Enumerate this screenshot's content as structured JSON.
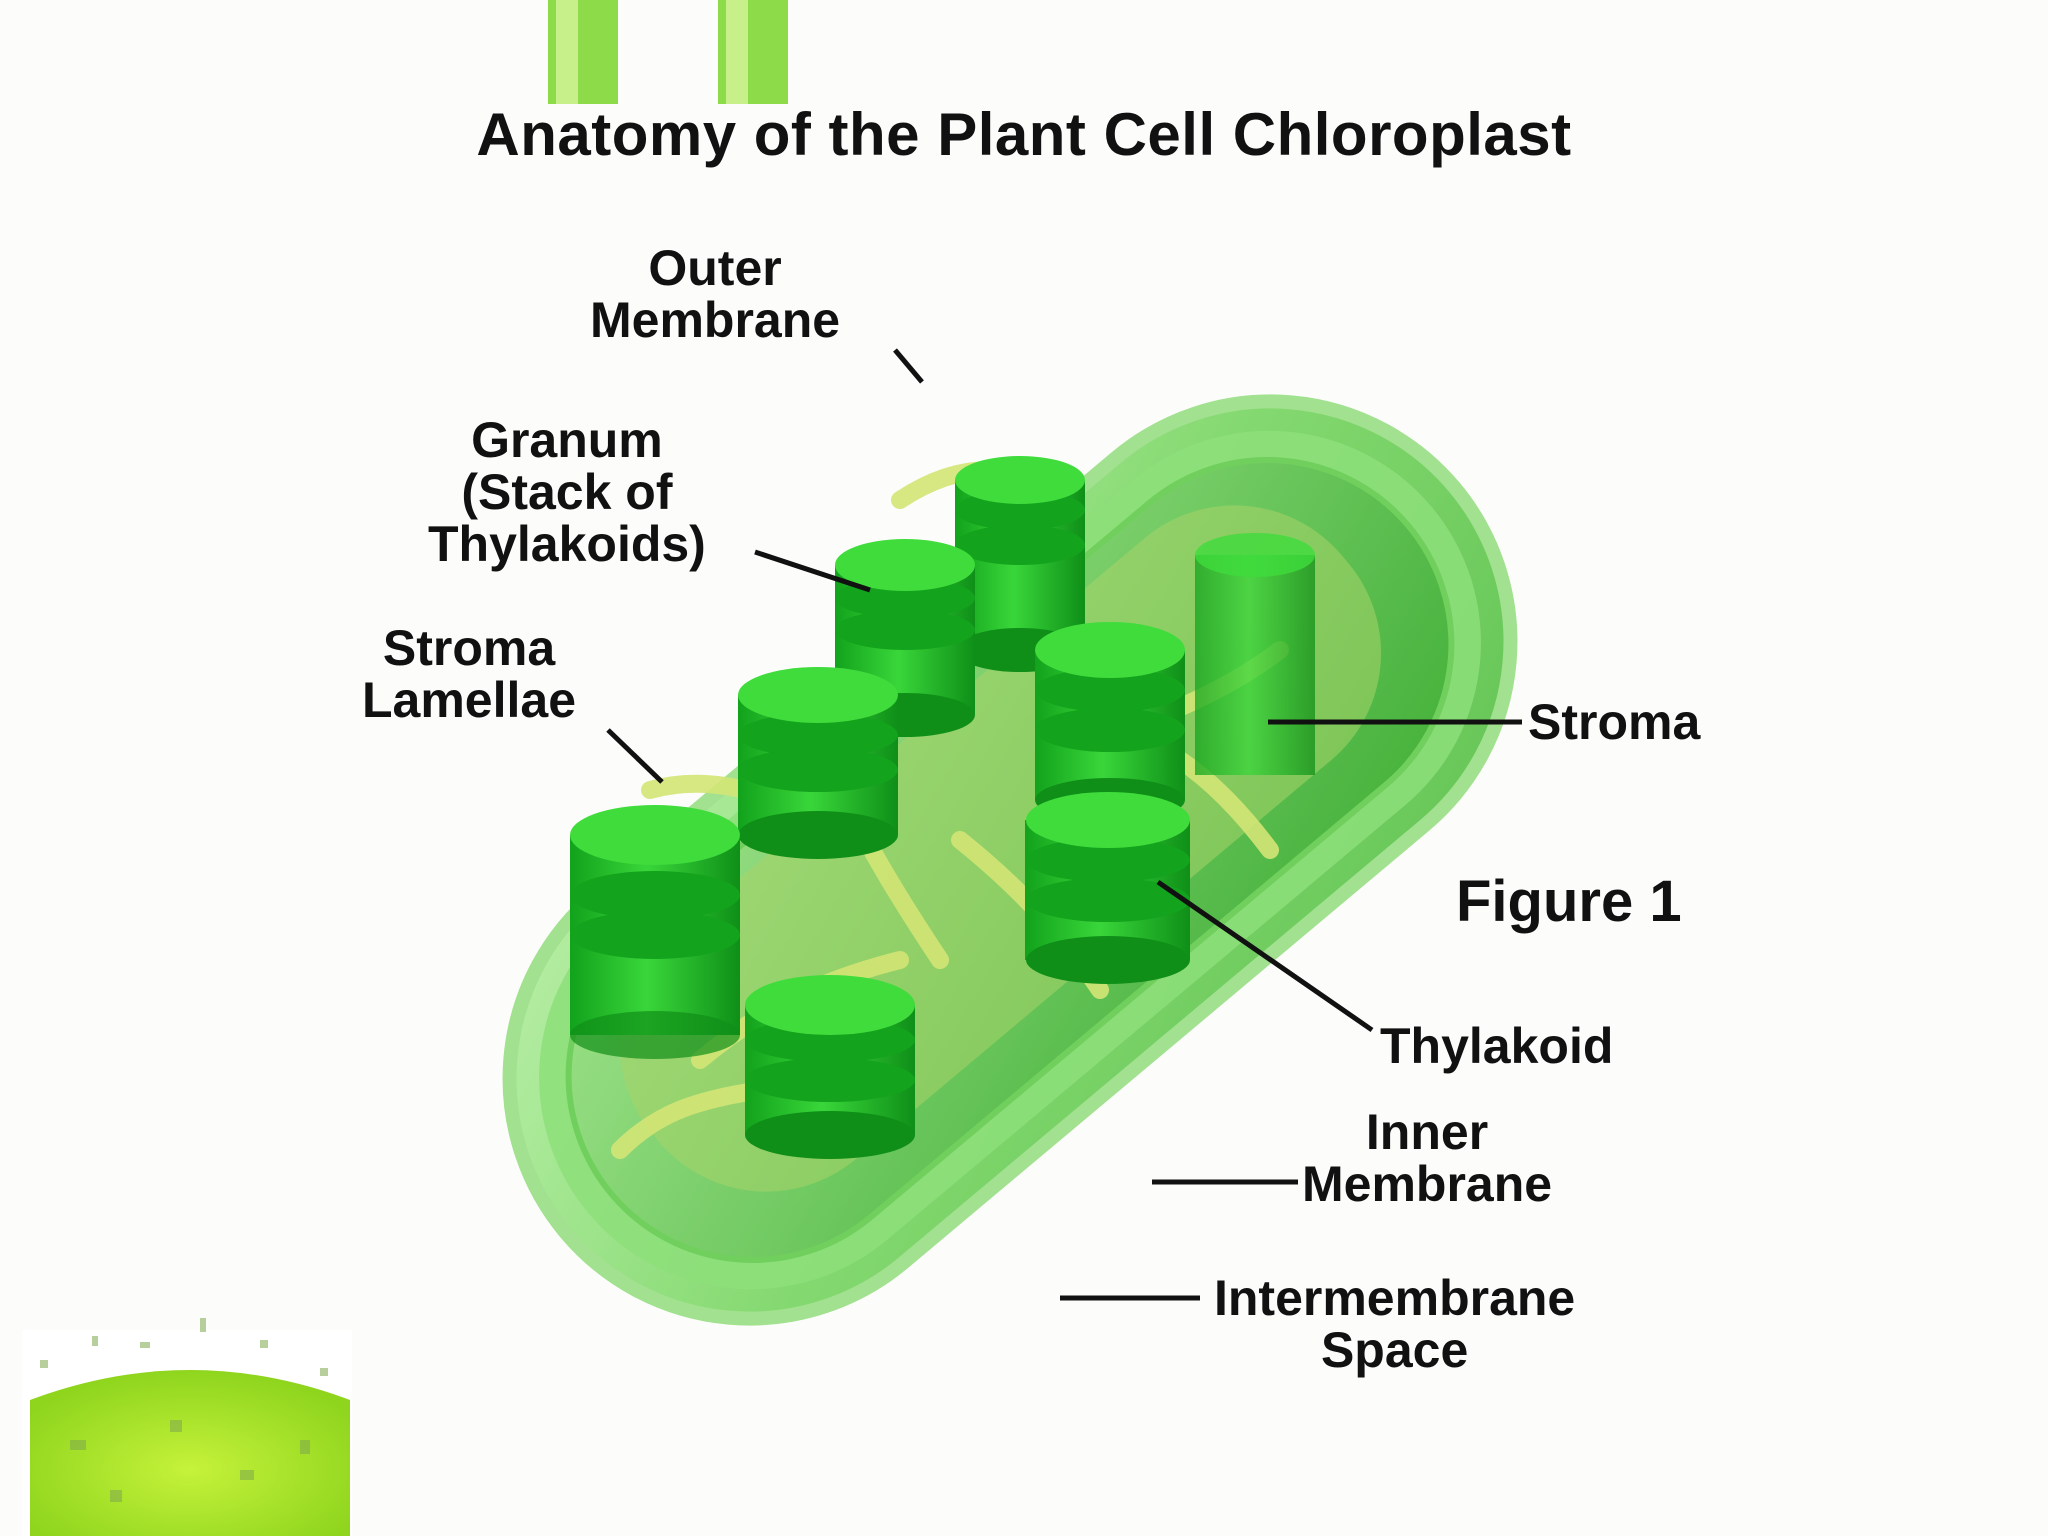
{
  "title": "Anatomy of the Plant Cell Chloroplast",
  "figure_label": "Figure 1",
  "labels": {
    "outer_membrane": [
      "Outer",
      "Membrane"
    ],
    "granum": [
      "Granum",
      "(Stack of",
      "Thylakoids)"
    ],
    "stroma_lamellae": [
      "Stroma",
      "Lamellae"
    ],
    "stroma": "Stroma",
    "thylakoid": "Thylakoid",
    "inner_membrane": [
      "Inner",
      "Membrane"
    ],
    "intermembrane_space": [
      "Intermembrane",
      "Space"
    ]
  },
  "colors": {
    "outer_shell": "#8fe07a",
    "inner_body": "#4cc33c",
    "granum_stack": "#22c22a",
    "granum_dark": "#129a1a",
    "lamellae": "#d7e87a",
    "leader_line": "#111111",
    "corner_texture": "#b5ec2c"
  }
}
